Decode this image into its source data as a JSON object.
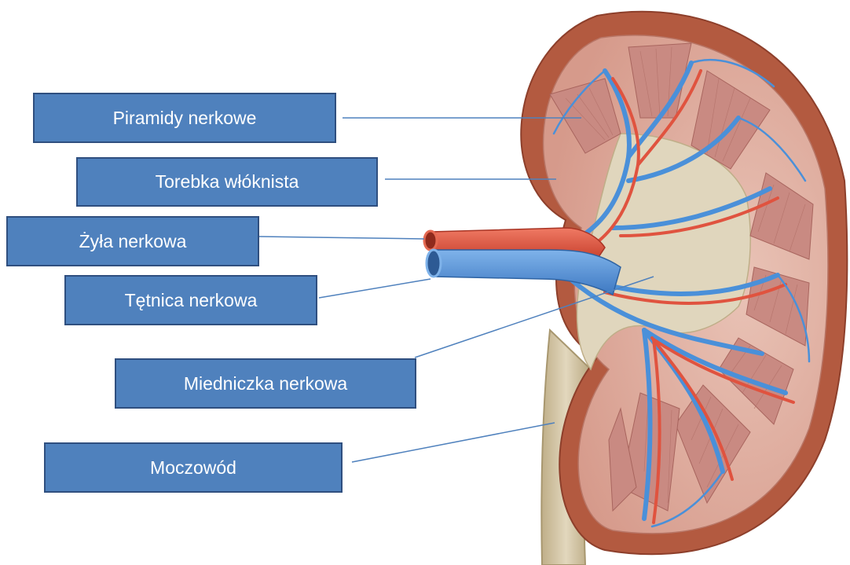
{
  "diagram": {
    "labels": [
      {
        "id": "piramidy",
        "text": "Piramidy nerkowe"
      },
      {
        "id": "torebka",
        "text": "Torebka włóknista"
      },
      {
        "id": "zyla",
        "text": "Żyła nerkowa"
      },
      {
        "id": "tetnica",
        "text": "Tętnica nerkowa"
      },
      {
        "id": "miedniczka",
        "text": "Miedniczka nerkowa"
      },
      {
        "id": "moczowod",
        "text": "Moczowód"
      }
    ],
    "colors": {
      "label_fill": "#4f81bd",
      "label_border": "#2f4f7f",
      "leader_line": "#4f81bd",
      "capsule": "#b85a3e",
      "cortex": "#d9a79b",
      "pyramid": "#c98a82",
      "pelvis": "#d8cdb3",
      "ureter": "#cbbd9c",
      "artery": "#e0533f",
      "vein": "#4a90d9"
    }
  }
}
